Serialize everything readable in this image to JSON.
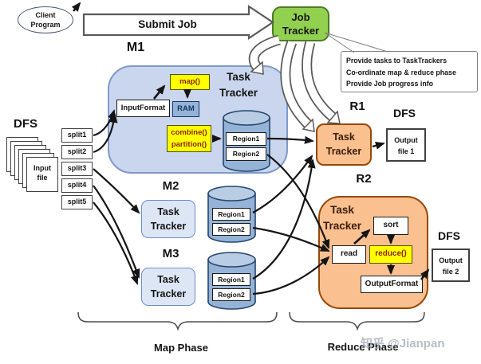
{
  "client_program": "Client Program",
  "submit_job": "Submit Job",
  "job_tracker": "Job Tracker",
  "callout": {
    "line1": "Provide tasks to TaskTrackers",
    "line2": "Co-ordinate map & reduce phase",
    "line3": "Provide Job progress info"
  },
  "dfs_left": "DFS",
  "input_file": "Input file",
  "splits": [
    "split1",
    "split2",
    "split3",
    "split4",
    "split5"
  ],
  "m1": {
    "label": "M1",
    "task_tracker": "Task Tracker",
    "map_fn": "map()",
    "ram": "RAM",
    "input_format": "InputFormat",
    "combine_fn": "combine()",
    "partition_fn": "partition()",
    "regions": [
      "Region1",
      "Region2"
    ]
  },
  "m2": {
    "label": "M2",
    "task_tracker": "Task Tracker",
    "regions": [
      "Region1",
      "Region2"
    ]
  },
  "m3": {
    "label": "M3",
    "task_tracker": "Task Tracker",
    "regions": [
      "Region1",
      "Region2"
    ]
  },
  "r1": {
    "label": "R1",
    "task_tracker": "Task Tracker",
    "dfs": "DFS",
    "output_file": "Output file 1"
  },
  "r2": {
    "label": "R2",
    "task_tracker": "Task Tracker",
    "read_fn": "read",
    "sort_fn": "sort",
    "reduce_fn": "reduce()",
    "output_format": "OutputFormat",
    "dfs": "DFS",
    "output_file": "Output file 2"
  },
  "map_phase": "Map Phase",
  "reduce_phase": "Reduce Phase",
  "watermark": "知乎 @Jianpan",
  "colors": {
    "job_tracker_fill": "#92D050",
    "map_box_fill": "#C9D6EE",
    "task_tracker_small_fill": "#DCE6F5",
    "reduce_box_fill": "#FAC090",
    "reduce_border": "#974806",
    "cylinder_fill": "#95B3D7",
    "yellow_fill": "#FFFF00",
    "yellow_text": "#8B2500",
    "arrow": "#141414",
    "watermark_gray": "#A5ACB8"
  }
}
